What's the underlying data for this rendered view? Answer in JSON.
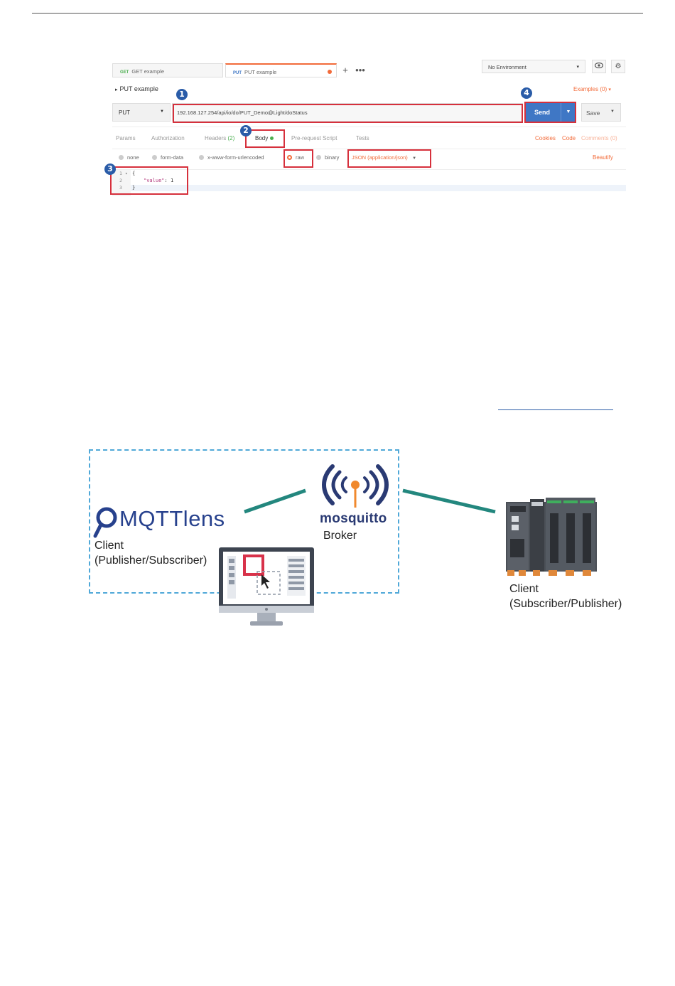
{
  "postman": {
    "tabs": [
      {
        "method": "GET",
        "label": "GET example"
      },
      {
        "method": "PUT",
        "label": "PUT example"
      }
    ],
    "environment": "No Environment",
    "request_title": "PUT example",
    "examples_label": "Examples (0)",
    "method": "PUT",
    "url": "192.168.127.254/api/io/do/PUT_Demo@Light/doStatus",
    "send_label": "Send",
    "save_label": "Save",
    "subtabs": {
      "params": "Params",
      "authorization": "Authorization",
      "headers": "Headers",
      "headers_count": "(2)",
      "body": "Body",
      "prerequest": "Pre-request Script",
      "tests": "Tests"
    },
    "links": {
      "cookies": "Cookies",
      "code": "Code",
      "comments": "Comments (0)"
    },
    "body_modes": {
      "none": "none",
      "form_data": "form-data",
      "urlencoded": "x-www-form-urlencoded",
      "raw": "raw",
      "binary": "binary"
    },
    "content_type": "JSON (application/json)",
    "beautify": "Beautify",
    "code": {
      "ln1": "1 ▾",
      "ln2": "2",
      "ln3": "3",
      "line1": "{",
      "line2_key": "\"value\"",
      "line2_rest": ": 1",
      "line3": "}"
    },
    "steps": [
      "1",
      "2",
      "3",
      "4"
    ]
  },
  "diagram": {
    "broker_logo": "mosquitto",
    "broker_label": "Broker",
    "left_logo": "MQTTlens",
    "left_client_line1": "Client",
    "left_client_line2": "(Publisher/Subscriber)",
    "right_client_line1": "Client",
    "right_client_line2": "(Subscriber/Publisher)",
    "colors": {
      "dash": "#4fa8d8",
      "link": "#23877e",
      "lens": "#27418d",
      "accent": "#f26b3a"
    }
  }
}
